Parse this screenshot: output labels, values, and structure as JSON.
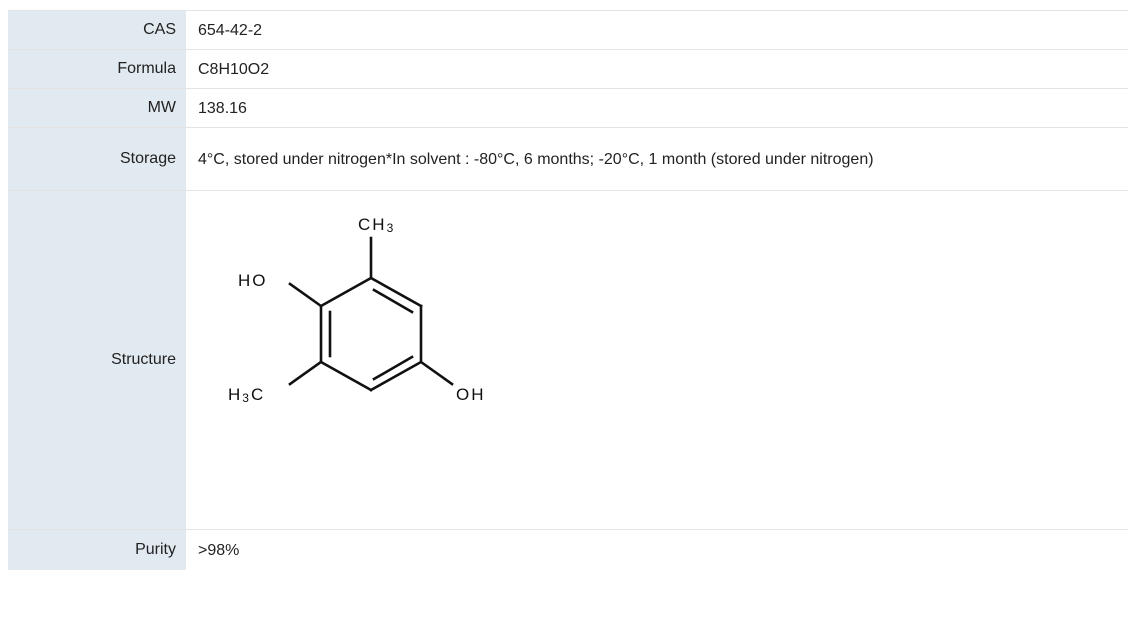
{
  "rows": [
    {
      "label": "CAS",
      "value": "654-42-2"
    },
    {
      "label": "Formula",
      "value": "C8H10O2"
    },
    {
      "label": "MW",
      "value": "138.16"
    },
    {
      "label": "Storage",
      "value": "4°C, stored under nitrogen*In solvent : -80°C, 6 months; -20°C, 1 month (stored under nitrogen)"
    },
    {
      "label": "Structure"
    },
    {
      "label": "Purity",
      "value": ">98%"
    }
  ],
  "structure": {
    "top_group": "CH",
    "top_group_sub": "3",
    "left_top_group": "HO",
    "left_bottom_group": "H",
    "left_bottom_group_sub": "3",
    "left_bottom_group_tail": "C",
    "right_bottom_group": "OH"
  }
}
